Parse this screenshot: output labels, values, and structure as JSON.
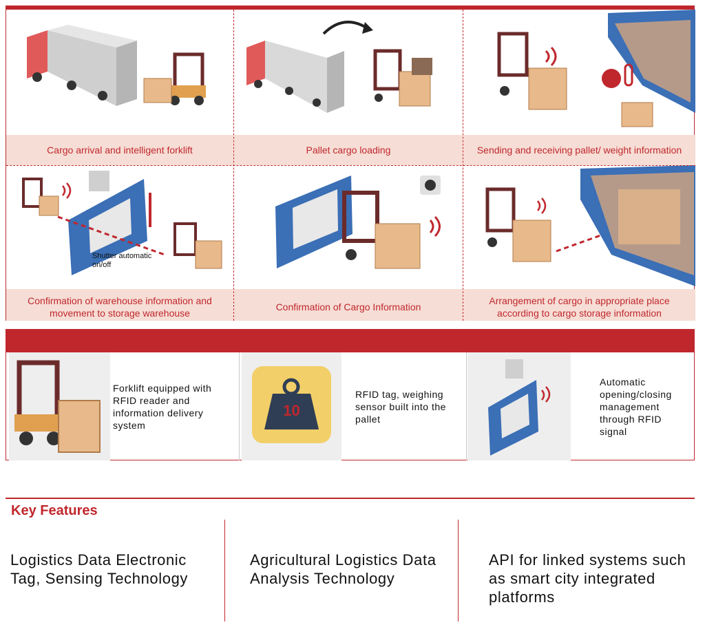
{
  "process": {
    "steps": [
      {
        "caption": "Cargo arrival and intelligent forklift"
      },
      {
        "caption": "Pallet cargo loading"
      },
      {
        "caption": "Sending and receiving pallet/ weight information"
      },
      {
        "caption": "Confirmation of warehouse information and movement to storage warehouse"
      },
      {
        "caption": "Confirmation of Cargo Information"
      },
      {
        "caption": "Arrangement of cargo in appropriate place according to cargo storage information"
      }
    ],
    "shutter_label": "Shutter automatic on/off"
  },
  "features": {
    "items": [
      {
        "text": "Forklift equipped with RFID reader and information delivery system"
      },
      {
        "text": "RFID tag, weighing sensor built into the pallet"
      },
      {
        "text": "Automatic opening/closing management through RFID signal"
      }
    ],
    "weight_label": "10"
  },
  "key_features": {
    "title": "Key Features",
    "items": [
      {
        "text": "Logistics Data Electronic Tag, Sensing Technology"
      },
      {
        "text": "Agricultural Logistics Data Analysis Technology"
      },
      {
        "text": "API for linked  systems such as smart city integrated platforms"
      }
    ]
  },
  "colors": {
    "accent": "#c0272d",
    "caption_bg": "#f6ddd5",
    "door_blue": "#3b6fb6",
    "crate": "#e8b98a",
    "forklift": "#6b2b2b"
  }
}
